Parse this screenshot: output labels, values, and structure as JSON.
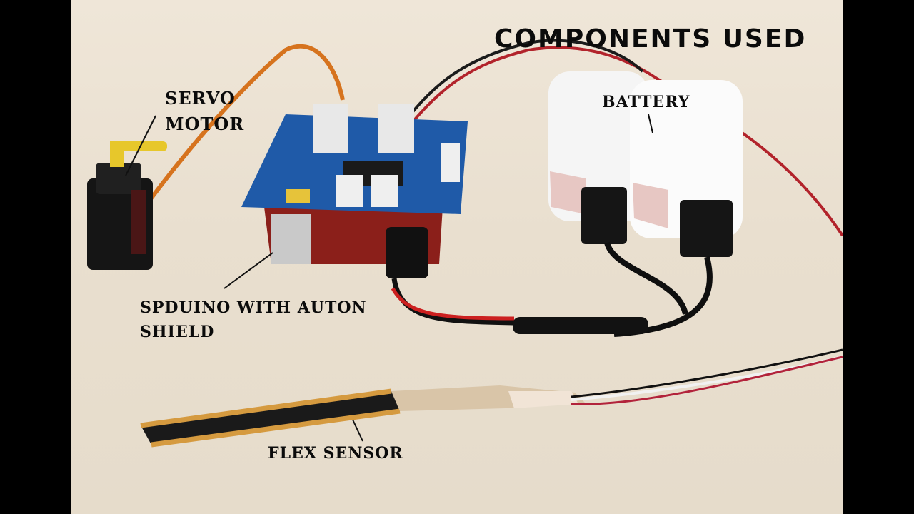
{
  "labels": {
    "title": "COMPONENTS USED",
    "servo_line1": "Servo",
    "servo_line2": "motor",
    "battery": "BATTERY",
    "spduino_line1": "SPDUINO WITH  AUTON",
    "spduino_line2": "SHIELD",
    "flex_sensor": "FLEX SENSOR"
  },
  "colors": {
    "background_table": "#e9dfcf",
    "letterbox": "#000000",
    "text": "#0b0b0b"
  }
}
